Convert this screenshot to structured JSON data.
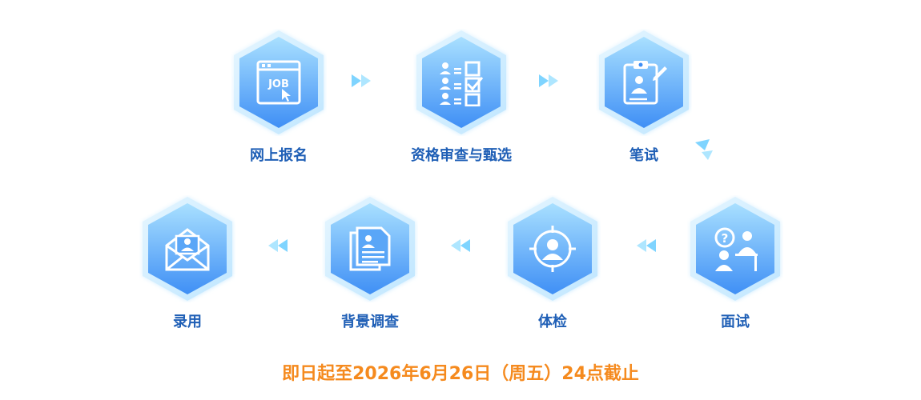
{
  "steps": [
    {
      "label": "网上报名",
      "icon": "job-browser-icon"
    },
    {
      "label": "资格审查与甄选",
      "icon": "checklist-icon"
    },
    {
      "label": "笔试",
      "icon": "clipboard-pen-icon"
    },
    {
      "label": "面试",
      "icon": "interview-question-icon"
    },
    {
      "label": "体检",
      "icon": "person-target-icon"
    },
    {
      "label": "背景调查",
      "icon": "documents-person-icon"
    },
    {
      "label": "录用",
      "icon": "envelope-offer-icon"
    }
  ],
  "deadline": "即日起至2026年6月26日（周五）24点截止",
  "colors": {
    "hex_fill_top": "#a9e0ff",
    "hex_fill_bottom": "#3f8ff5",
    "hex_glow": "#bfe6ff",
    "label": "#1f5fb6",
    "arrow": "#7fd4ff",
    "deadline": "#f58a1e"
  }
}
